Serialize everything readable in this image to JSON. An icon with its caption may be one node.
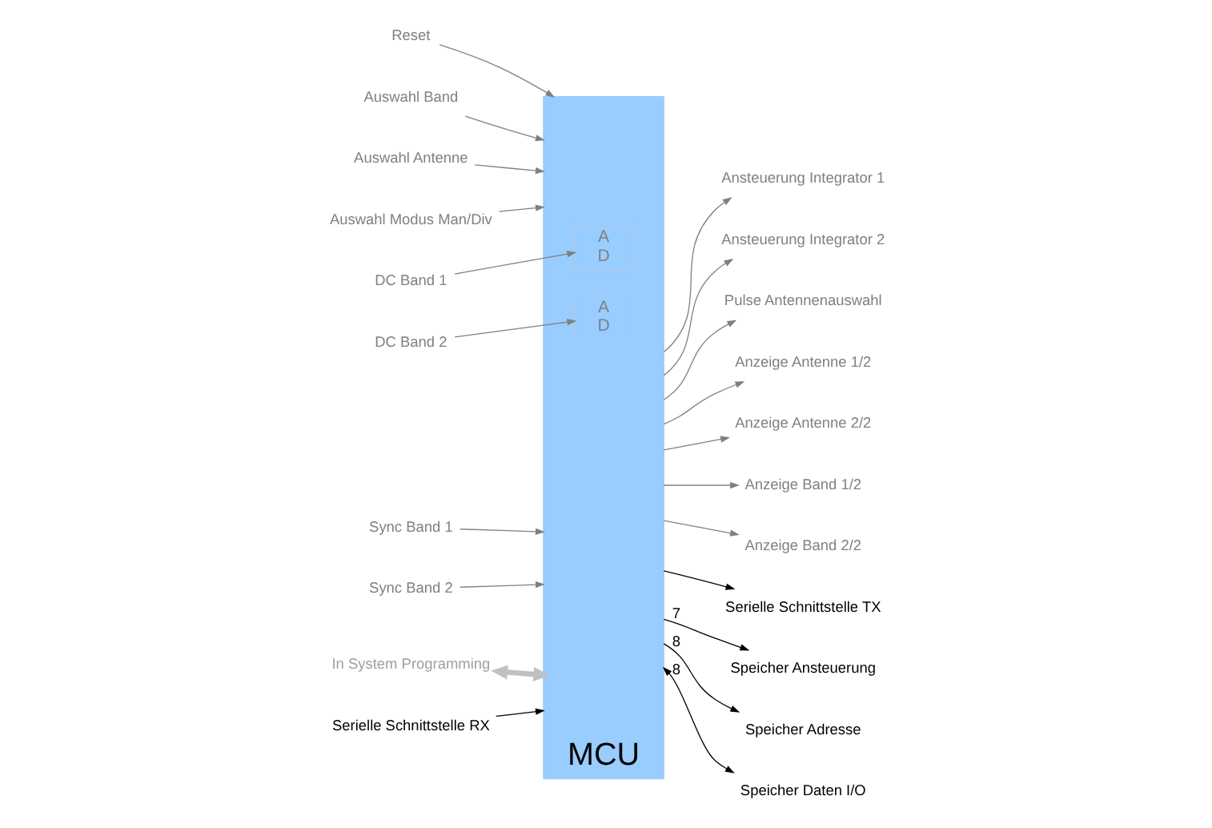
{
  "diagram": {
    "nodes": [
      {
        "text": [
          "MCU"
        ]
      },
      {
        "text": [
          "A",
          "D"
        ],
        "in": 0
      },
      {
        "text": [
          "A",
          "D"
        ],
        "in": 0
      },
      {
        "text": [
          "Reset"
        ]
      },
      {
        "text": [
          "Auswahl Band"
        ]
      },
      {
        "text": [
          "Auswahl Antenne"
        ]
      },
      {
        "text": [
          "Auswahl Modus Man/Div"
        ]
      },
      {
        "text": [
          "DC Band 1"
        ]
      },
      {
        "text": [
          "DC Band 2"
        ]
      },
      {
        "text": [
          "Sync Band 1"
        ]
      },
      {
        "text": [
          "Sync Band 2"
        ]
      },
      {
        "text": [
          "Ansteuerung Integrator 1"
        ]
      },
      {
        "text": [
          "Ansteuerung Integrator 2"
        ]
      },
      {
        "text": [
          "Pulse Antennenauswahl"
        ]
      },
      {
        "text": [
          "Anzeige Antenne 1/2"
        ]
      },
      {
        "text": [
          "Anzeige Antenne 2/2"
        ]
      },
      {
        "text": [
          "Anzeige Band 1/2"
        ]
      },
      {
        "text": [
          "Anzeige Band 2/2"
        ]
      },
      {
        "text": [
          "In System Programming"
        ]
      },
      {
        "text": [
          "Serielle Schnittstelle TX"
        ]
      },
      {
        "text": [
          "Serielle Schnittstelle RX"
        ]
      },
      {
        "text": [
          "Speicher Ansteuerung"
        ]
      },
      {
        "text": [
          "Speicher Adresse"
        ]
      },
      {
        "text": [
          "Speicher Daten I/O"
        ]
      }
    ],
    "edges": [
      {
        "from": 3,
        "to": 0,
        "arrow": "to"
      },
      {
        "from": 4,
        "to": 0,
        "arrow": "to"
      },
      {
        "from": 5,
        "to": 0,
        "arrow": "to"
      },
      {
        "from": 6,
        "to": 0,
        "arrow": "to"
      },
      {
        "from": 7,
        "to": 1,
        "arrow": "to"
      },
      {
        "from": 8,
        "to": 2,
        "arrow": "to"
      },
      {
        "from": 9,
        "to": 0,
        "arrow": "to"
      },
      {
        "from": 10,
        "to": 0,
        "arrow": "to"
      },
      {
        "from": 0,
        "to": 11,
        "arrow": "to"
      },
      {
        "from": 0,
        "to": 12,
        "arrow": "to"
      },
      {
        "from": 0,
        "to": 13,
        "arrow": "to"
      },
      {
        "from": 0,
        "to": 14,
        "arrow": "to"
      },
      {
        "from": 0,
        "to": 15,
        "arrow": "to"
      },
      {
        "from": 0,
        "to": 16,
        "arrow": "to"
      },
      {
        "from": 0,
        "to": 17,
        "arrow": "to"
      },
      {
        "from": 18,
        "to": 0,
        "arrow": "both",
        "style": "thick",
        "color": "#c0c0c0"
      },
      {
        "from": 0,
        "to": 19,
        "arrow": "to",
        "color": "#000000"
      },
      {
        "from": 20,
        "to": 0,
        "arrow": "to",
        "color": "#000000"
      },
      {
        "from": 0,
        "to": 21,
        "arrow": "to",
        "color": "#000000",
        "label": "7"
      },
      {
        "from": 0,
        "to": 22,
        "arrow": "to",
        "color": "#000000",
        "label": "8"
      },
      {
        "from": 0,
        "to": 23,
        "arrow": "both",
        "color": "#000000",
        "label": "8"
      }
    ]
  }
}
